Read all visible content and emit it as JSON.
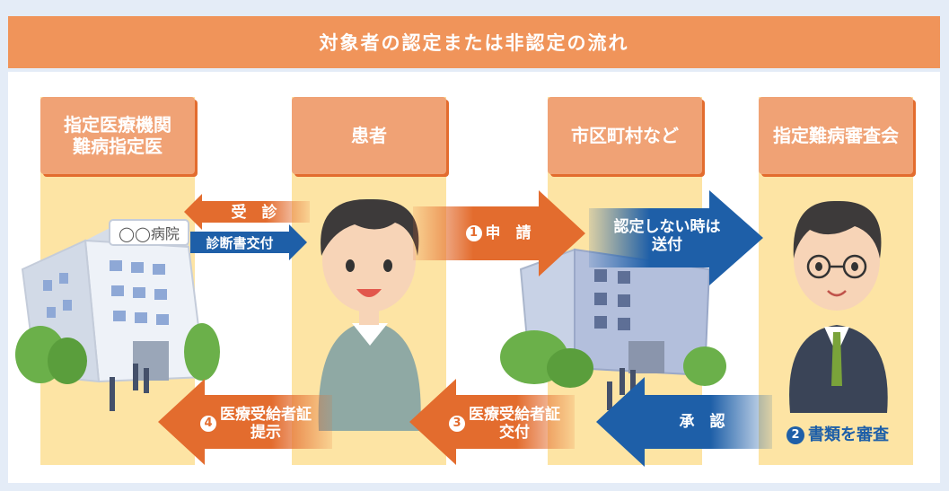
{
  "title": "対象者の認定または非認定の流れ",
  "columns": [
    {
      "label": "指定医療機関\n難病指定医"
    },
    {
      "label": "患者"
    },
    {
      "label": "市区町村など"
    },
    {
      "label": "指定難病審査会"
    }
  ],
  "hospital_sign": "◯◯病院",
  "arrows": {
    "consult": "受　診",
    "diagnosis": "診断書交付",
    "apply_num": "1",
    "apply": "申　請",
    "forward": "認定しない時は\n送付",
    "approve": "承　認",
    "issue_num": "3",
    "issue": "医療受給者証\n交付",
    "present_num": "4",
    "present": "医療受給者証\n提示"
  },
  "review": {
    "num": "2",
    "text": "書類を審査"
  },
  "colors": {
    "orange": "#e36c2e",
    "blue": "#1e5fa8",
    "column": "#fde4a4",
    "header": "#f0a275",
    "title_bar": "#f0945a"
  }
}
